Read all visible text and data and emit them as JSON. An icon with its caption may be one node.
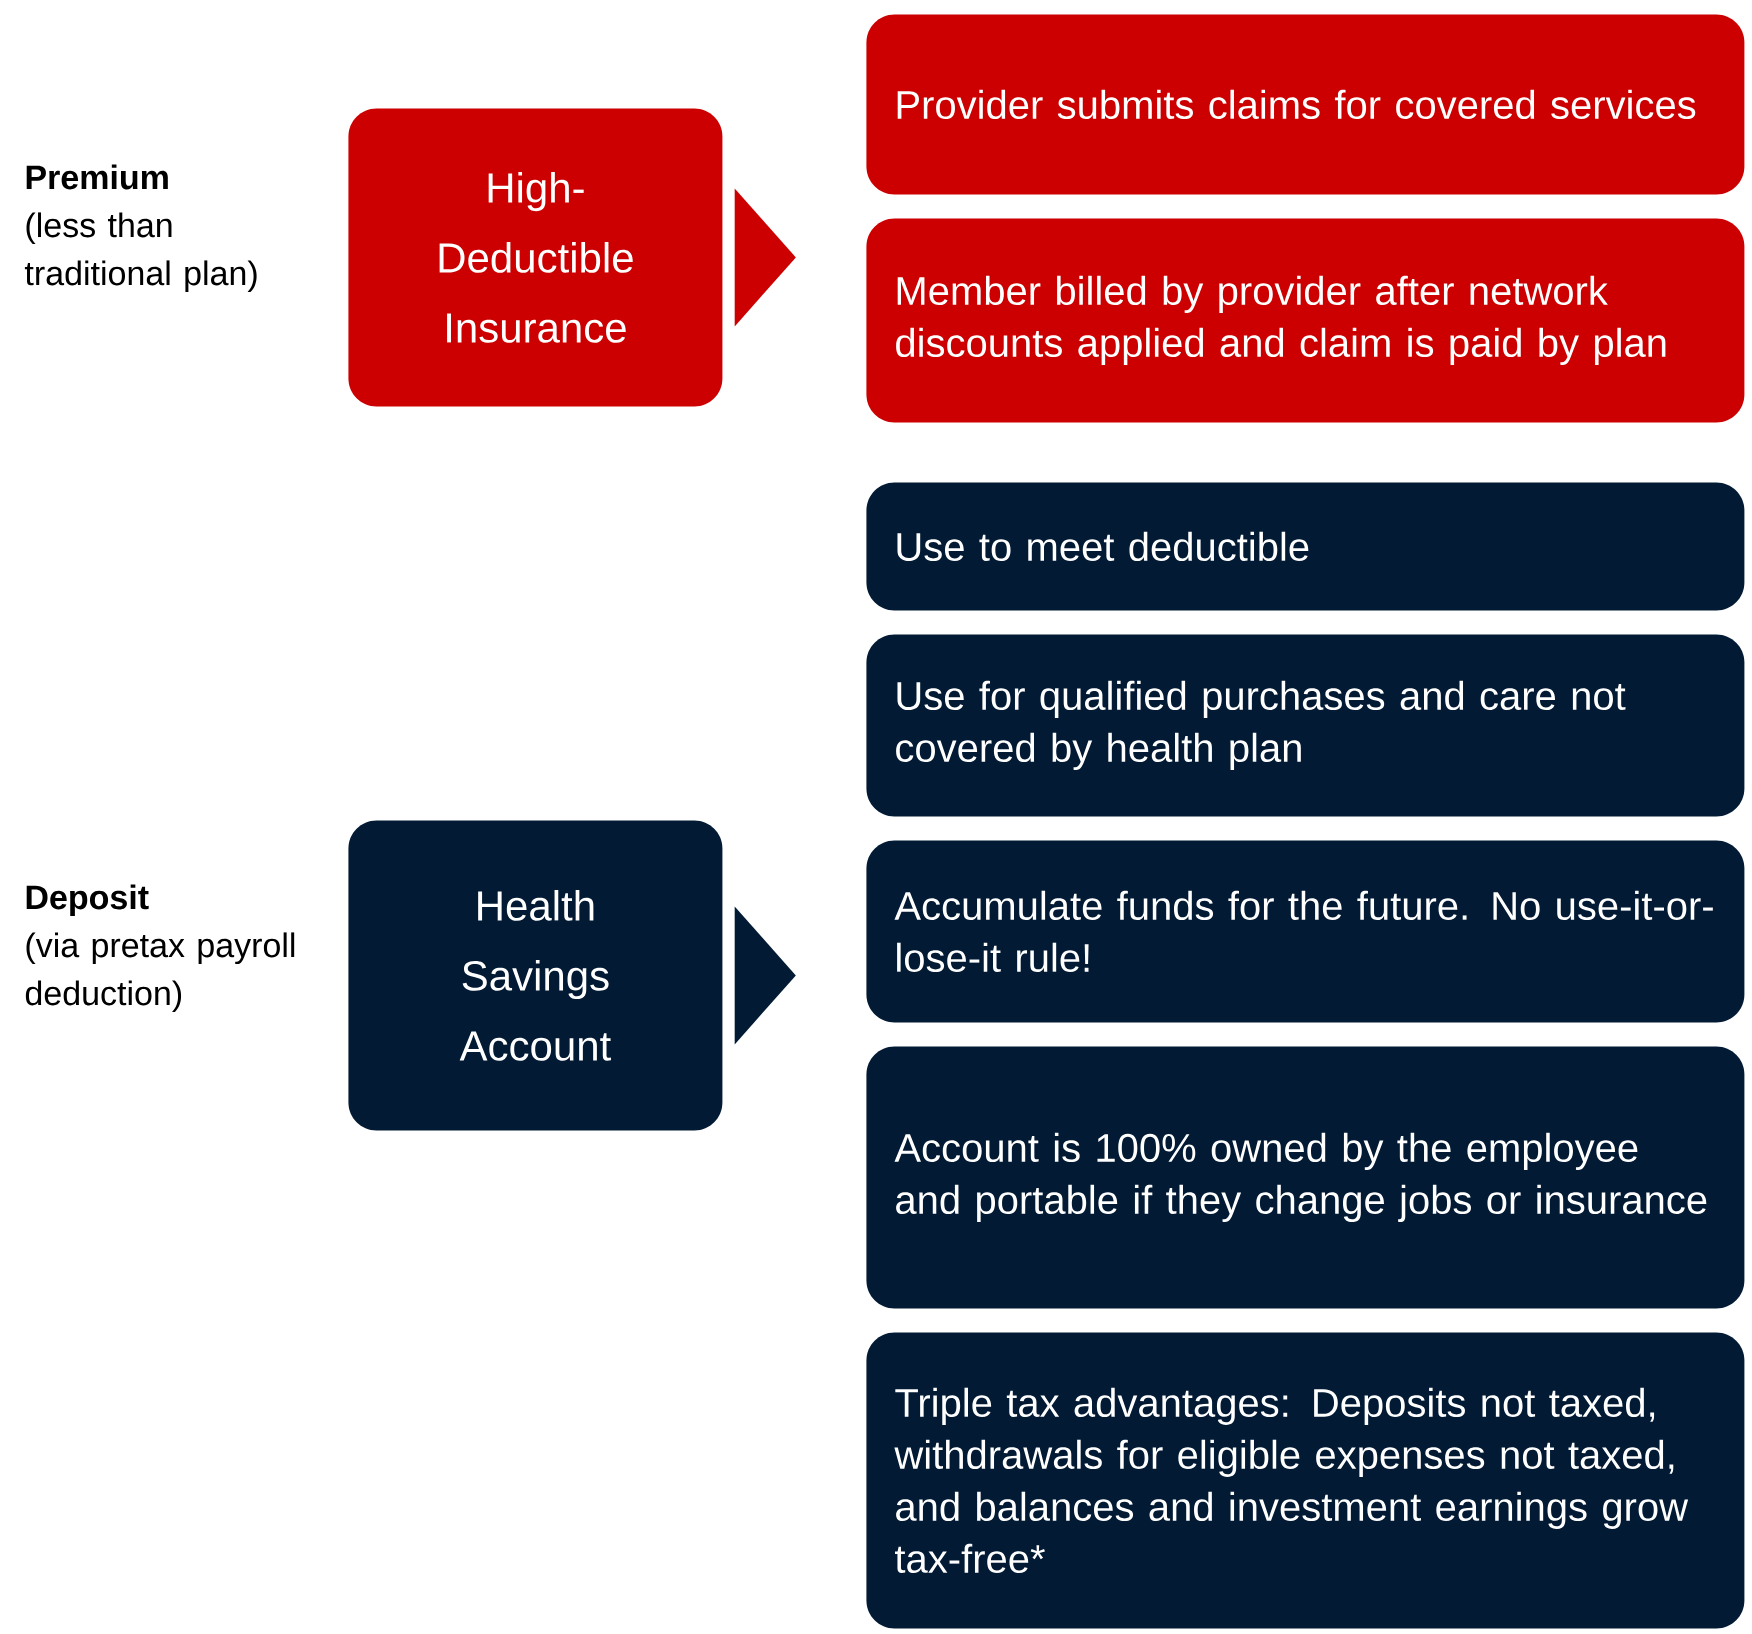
{
  "diagram": {
    "nodes": [
      {
        "text": [
          "High- Deductible Insurance"
        ],
        "beside": [
          "Premium",
          "(less than traditional plan)"
        ]
      },
      {
        "text": [
          "Provider submits claims for covered services"
        ]
      },
      {
        "text": [
          "Member billed by provider after network discounts applied and claim is paid by plan"
        ]
      },
      {
        "text": [
          "Health Savings Account"
        ],
        "beside": [
          "Deposit",
          "(via pretax payroll deduction)"
        ]
      },
      {
        "text": [
          "Use to meet deductible"
        ]
      },
      {
        "text": [
          "Use for qualified purchases and care not covered by health plan"
        ]
      },
      {
        "text": [
          "Accumulate funds for the future. No use-it-or-lose-it rule!"
        ]
      },
      {
        "text": [
          "Account is 100% owned by the employee and portable if they change jobs or insurance"
        ]
      },
      {
        "text": [
          "Triple tax advantages: Deposits not taxed, withdrawals for eligible expenses not taxed, and balances and investment earnings grow tax-free*"
        ]
      }
    ],
    "edges": [
      {
        "from": 0,
        "to": 2,
        "arrow": "to"
      },
      {
        "from": 3,
        "to": 6,
        "arrow": "to"
      }
    ]
  }
}
